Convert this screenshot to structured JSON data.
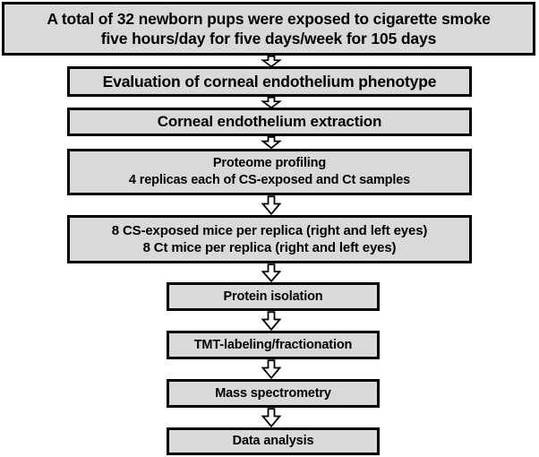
{
  "figure": {
    "type": "flowchart",
    "orientation": "vertical",
    "background_color": "#ffffff",
    "node_fill_color": "#d9d9d9",
    "node_border_color": "#000000",
    "arrow_fill_color": "#ffffff",
    "arrow_outline_color": "#000000"
  },
  "nodes": [
    {
      "id": "study-design",
      "text": "A total of 32 newborn pups were exposed to cigarette smoke\nfive hours/day for five days/week for 105 days"
    },
    {
      "id": "phenotype-evaluation",
      "text": "Evaluation of corneal endothelium phenotype"
    },
    {
      "id": "endothelium-extraction",
      "text": "Corneal endothelium extraction"
    },
    {
      "id": "proteome-profiling",
      "text": "Proteome profiling\n4 replicas each of CS-exposed and Ct samples"
    },
    {
      "id": "mice-per-replica",
      "text": "8 CS-exposed mice per replica (right and left eyes)\n8 Ct mice per replica (right and left eyes)"
    },
    {
      "id": "protein-isolation",
      "text": "Protein isolation"
    },
    {
      "id": "tmt-labeling",
      "text": "TMT-labeling/fractionation"
    },
    {
      "id": "mass-spectrometry",
      "text": "Mass spectrometry"
    },
    {
      "id": "data-analysis",
      "text": "Data analysis"
    }
  ],
  "connectors": [
    {
      "id": "arrow-1",
      "icon": "down-arrow-icon",
      "from": "study-design",
      "to": "phenotype-evaluation"
    },
    {
      "id": "arrow-2",
      "icon": "down-arrow-icon",
      "from": "phenotype-evaluation",
      "to": "endothelium-extraction"
    },
    {
      "id": "arrow-3",
      "icon": "down-arrow-icon",
      "from": "endothelium-extraction",
      "to": "proteome-profiling"
    },
    {
      "id": "arrow-4",
      "icon": "down-arrow-icon",
      "from": "proteome-profiling",
      "to": "mice-per-replica"
    },
    {
      "id": "arrow-5",
      "icon": "down-arrow-icon",
      "from": "mice-per-replica",
      "to": "protein-isolation"
    },
    {
      "id": "arrow-6",
      "icon": "down-arrow-icon",
      "from": "protein-isolation",
      "to": "tmt-labeling"
    },
    {
      "id": "arrow-7",
      "icon": "down-arrow-icon",
      "from": "tmt-labeling",
      "to": "mass-spectrometry"
    },
    {
      "id": "arrow-8",
      "icon": "down-arrow-icon",
      "from": "mass-spectrometry",
      "to": "data-analysis"
    }
  ]
}
